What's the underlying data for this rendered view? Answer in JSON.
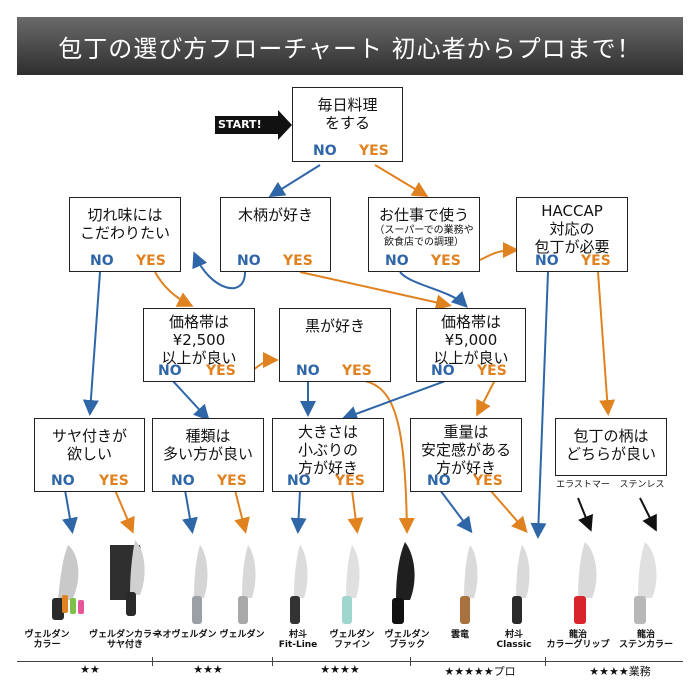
{
  "title": "包丁の選び方フローチャート 初心者からプロまで！",
  "start_label": "START!",
  "no_label": "NO",
  "yes_label": "YES",
  "questions": {
    "q1": "毎日料理\nをする",
    "q2": "切れ味には\nこだわりたい",
    "q3": "木柄が好き",
    "q4": "お仕事で使う",
    "q4_sub": "（スーパーでの業務や\n飲食店での調理）",
    "q5": "HACCAP\n対応の\n包丁が必要",
    "q6": "価格帯は\n¥2,500\n以上が良い",
    "q7": "黒が好き",
    "q8": "価格帯は\n¥5,000\n以上が良い",
    "q9": "サヤ付きが\n欲しい",
    "q10": "種類は\n多い方が良い",
    "q11": "大きさは\n小ぶりの\n方が好き",
    "q12": "重量は\n安定感がある\n方が好き",
    "q13": "包丁の柄は\nどちらが良い",
    "q13_left": "エラストマー",
    "q13_right": "ステンレス"
  },
  "knives": [
    {
      "name": "ヴェルダン\nカラー",
      "color": "#2a2a2a"
    },
    {
      "name": "ヴェルダンカラー\nサヤ付き",
      "color": "#2a2a2a"
    },
    {
      "name": "ネオヴェルダン",
      "color": "#9aa0a6"
    },
    {
      "name": "ヴェルダン",
      "color": "#a8a8a8"
    },
    {
      "name": "村斗\nFit-Line",
      "color": "#333333"
    },
    {
      "name": "ヴェルダン\nファイン",
      "color": "#9fd7cf"
    },
    {
      "name": "ヴェルダン\nブラック",
      "color": "#1a1a1a"
    },
    {
      "name": "雲竜",
      "color": "#a9713e"
    },
    {
      "name": "村斗\nClassic",
      "color": "#2a2a2a"
    },
    {
      "name": "龍治\nカラーグリップ",
      "color": "#d7252b"
    },
    {
      "name": "龍治\nステンカラー",
      "color": "#b8b8b8"
    }
  ],
  "ratings": [
    {
      "text": "★★"
    },
    {
      "text": "★★★"
    },
    {
      "text": "★★★★"
    },
    {
      "text": "★★★★★プロ"
    },
    {
      "text": "★★★★業務"
    }
  ],
  "colors": {
    "no": "#2f66a8",
    "yes": "#e0821f",
    "header": "#3a3a3a"
  }
}
